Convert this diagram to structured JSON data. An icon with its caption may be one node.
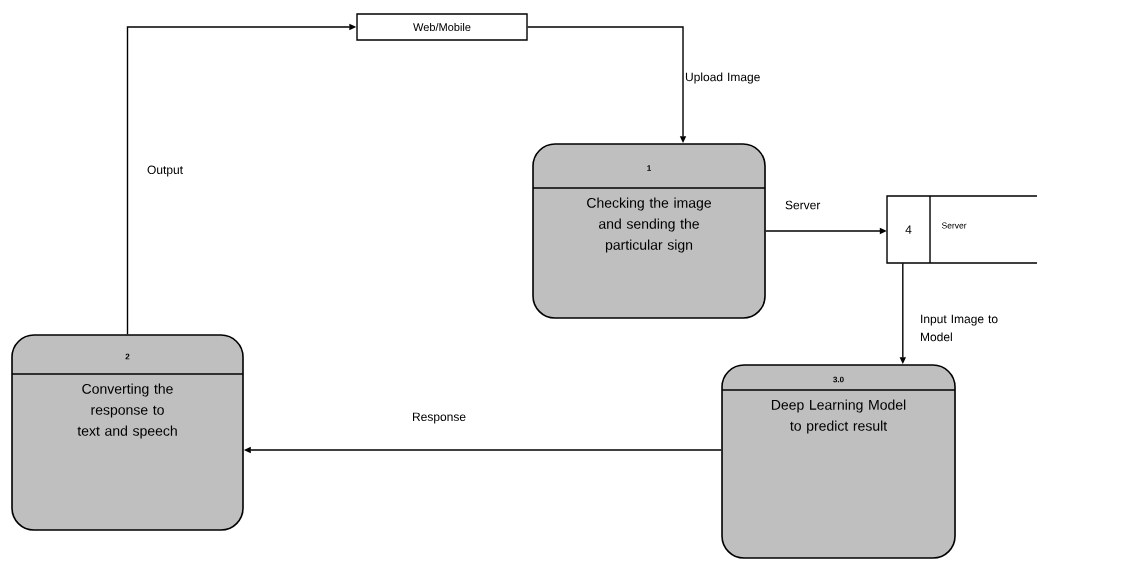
{
  "diagram": {
    "nodes": [
      {
        "text": [
          "Web/Mobile"
        ]
      },
      {
        "text": [
          "1",
          "Checking the image and sending the particular sign"
        ]
      },
      {
        "text": [
          "4",
          "Server"
        ]
      },
      {
        "text": [
          "3.0",
          "Deep Learning Model to predict result"
        ]
      },
      {
        "text": [
          "2",
          "Converting the response to text and speech"
        ]
      }
    ],
    "edges": [
      {
        "from": 0,
        "to": 1,
        "arrow": "to",
        "label": "Upload Image"
      },
      {
        "from": 1,
        "to": 2,
        "arrow": "to",
        "label": "Server"
      },
      {
        "from": 2,
        "to": 3,
        "arrow": "to",
        "label": "Input Image to Model"
      },
      {
        "from": 3,
        "to": 4,
        "arrow": "to",
        "label": "Response"
      },
      {
        "from": 4,
        "to": 0,
        "arrow": "to",
        "label": "Output"
      }
    ]
  }
}
